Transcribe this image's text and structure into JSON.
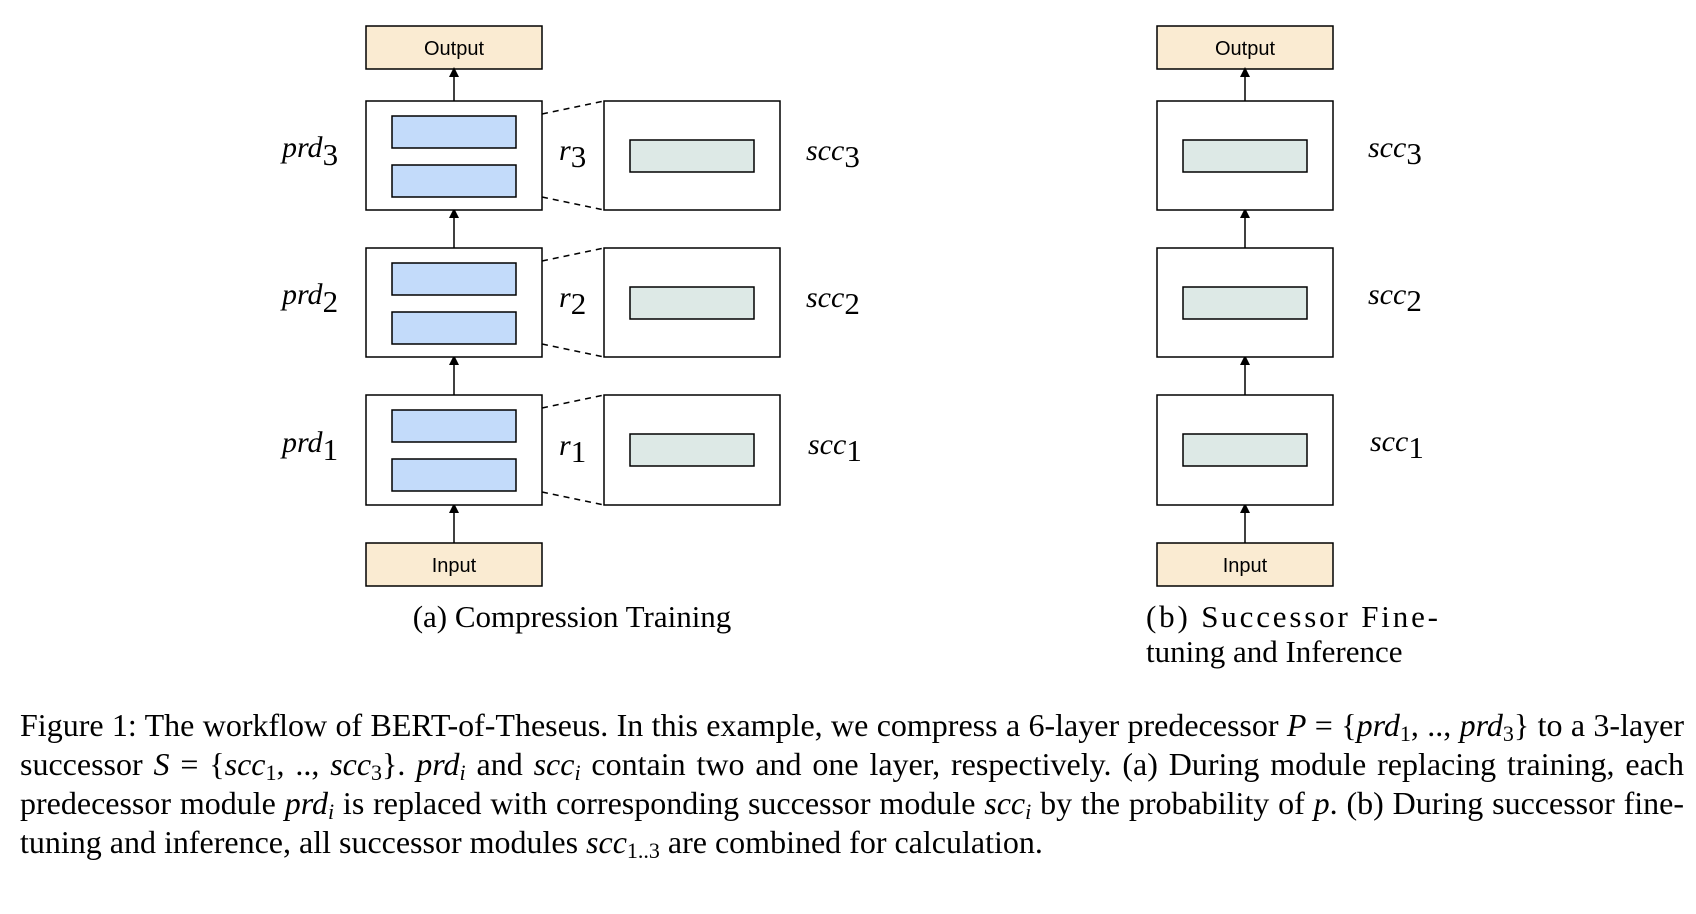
{
  "panel_a": {
    "output_label": "Output",
    "input_label": "Input",
    "caption": "(a) Compression Training",
    "predecessors": [
      {
        "base": "prd",
        "sub": "3"
      },
      {
        "base": "prd",
        "sub": "2"
      },
      {
        "base": "prd",
        "sub": "1"
      }
    ],
    "replacements": [
      {
        "base": "r",
        "sub": "3"
      },
      {
        "base": "r",
        "sub": "2"
      },
      {
        "base": "r",
        "sub": "1"
      }
    ],
    "successors": [
      {
        "base": "scc",
        "sub": "3"
      },
      {
        "base": "scc",
        "sub": "2"
      },
      {
        "base": "scc",
        "sub": "1"
      }
    ]
  },
  "panel_b": {
    "output_label": "Output",
    "input_label": "Input",
    "caption_line1": "(b) Successor Fine-",
    "caption_line2": "tuning and Inference",
    "successors": [
      {
        "base": "scc",
        "sub": "3"
      },
      {
        "base": "scc",
        "sub": "2"
      },
      {
        "base": "scc",
        "sub": "1"
      }
    ]
  },
  "colors": {
    "io_fill": "#faebd2",
    "predecessor_layer_fill": "#c3dbfa",
    "successor_layer_fill": "#dde9e6",
    "stroke": "#000000"
  },
  "caption": {
    "fig_label": "Figure 1:",
    "s1": " The workflow of BERT-of-Theseus. In this example, we compress a 6-layer predecessor ",
    "P": "P",
    "eq1": " = {",
    "prd": "prd",
    "one": "1",
    "dots": ", .., ",
    "three": "3",
    "close1": "}",
    "s2": " to a 3-layer successor ",
    "S": "S",
    "eq2": " = {",
    "scc": "scc",
    "close2": "}.",
    "s3": " ",
    "i": "i",
    "s4": " and ",
    "s5": " contain two and one layer, respectively. (a) During module replacing training, each predecessor module ",
    "s6": " is replaced with corresponding successor module ",
    "s7": " by the probability of ",
    "p": "p",
    "s8": ". (b) During successor fine-tuning and inference, all successor modules ",
    "range": "1..3",
    "s9": " are combined for calculation."
  }
}
